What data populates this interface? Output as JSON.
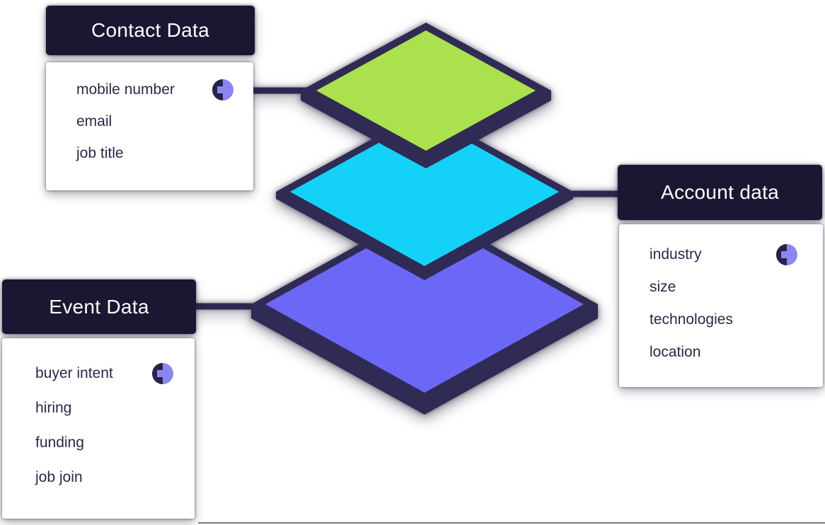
{
  "page": {
    "background": "#ffffff"
  },
  "colors": {
    "header_bg": "#191731",
    "header_text": "#ffffff",
    "card_bg": "#ffffff",
    "item_text": "#2b2847",
    "connector": "#2b2850",
    "slab_border": "#2f2b54",
    "layer_green": "#abe14d",
    "layer_cyan": "#14d2f7",
    "layer_purple": "#6c68f7",
    "icon_dark": "#262343",
    "icon_light": "#8b85f2",
    "bottom_divider": "#6e5243"
  },
  "cards": [
    {
      "title": "Contact Data",
      "items": [
        "mobile number",
        "email",
        "job title"
      ]
    },
    {
      "title": "Account data",
      "items": [
        "industry",
        "size",
        "technologies",
        "location"
      ]
    },
    {
      "title": "Event Data",
      "items": [
        "buyer intent",
        "hiring",
        "funding",
        "job join"
      ]
    }
  ],
  "layers": [
    {
      "name": "contact-layer",
      "color": "#abe14d"
    },
    {
      "name": "account-layer",
      "color": "#14d2f7"
    },
    {
      "name": "event-layer",
      "color": "#6c68f7"
    }
  ]
}
